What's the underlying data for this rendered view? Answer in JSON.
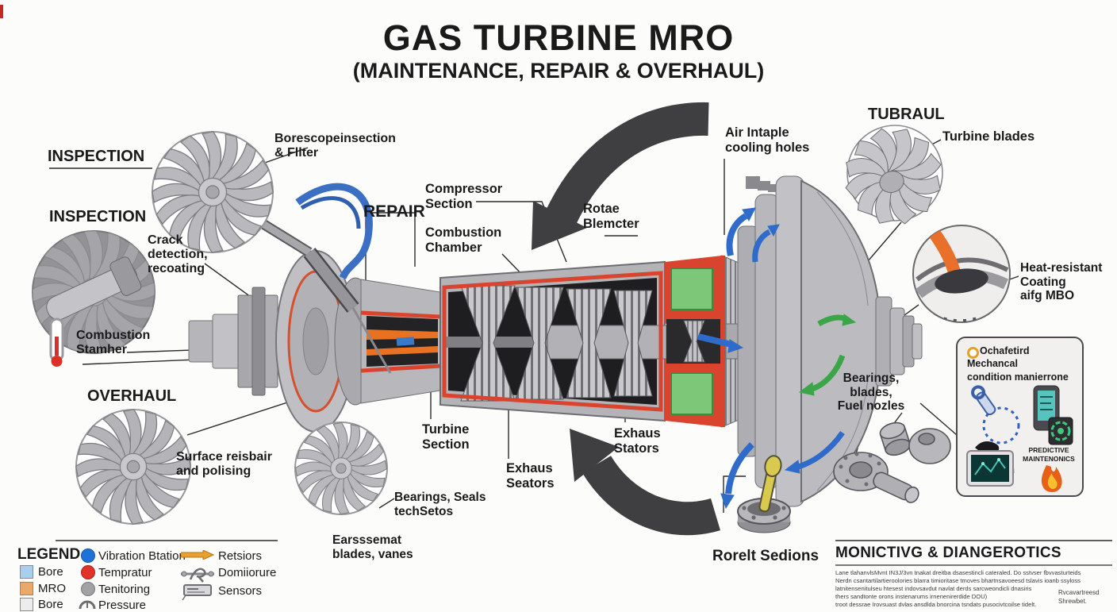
{
  "title": {
    "main": "GAS TURBINE MRO",
    "subtitle": "(MAINTENANCE, REPAIR & OVERHAUL)"
  },
  "colors": {
    "red_lining": "#d9442e",
    "green_block": "#7cc878",
    "blue_arrow": "#2f6cc9",
    "green_arrow": "#3aa648",
    "black_arrow": "#3f3f42",
    "flame_orange": "#e87222",
    "lever_yellow": "#d9c94e"
  },
  "labels": {
    "inspection1": "INSPECTION",
    "borescope": "Borescopeinsection\n& Fllter",
    "inspection2": "INSPECTION",
    "crack": "Crack\ndetection,\nrecoating",
    "combustion_stamer": "Combustion\nStamher",
    "overhaul": "OVERHAUL",
    "surface": "Surface reisbair\nand polising",
    "repair": "REPAIR",
    "compressor": "Compressor\nSection",
    "combustion_chamber": "Combustion\nChamber",
    "rotae": "Rotae\nBlemcter",
    "air_intake": "Air Intaple\ncooling holes",
    "tubraul": "TUBRAUL",
    "turbine_blades": "Turbine blades",
    "heat": "Heat-resistant\nCoating\naifg MBO",
    "bearings_blades": "Bearings,\nblades,\nFuel nozles",
    "turbine_section": "Turbine\nSection",
    "exhaus_seators": "Exhaus\nSeators",
    "exhaus_stators": "Exhaus\nStators",
    "bearings_seals": "Bearings, Seals\ntechSetos",
    "earsssemat": "Earsssemat\nblades, vanes",
    "rorelt": "Rorelt Sedions"
  },
  "panel": {
    "title": "Ochafetird\nMechancal\ncondition manierrone",
    "predictive": "PREDICTIVE\nMAINTENONICS"
  },
  "monitoring": {
    "heading": "MONICTIVG & DIANGEROTICS",
    "lines": [
      "Lane tlahanvlsMvnt IN3J/3vn tnakat dreitba dsasestincli cateraled. Do sstvser fbvvasturteids",
      "Nerdn csantartilartieroolories blarra timioritase tmoves bhartnsavoeesd tslavis ioanb ssyloss",
      "latnitensenitulseu htesest indovsavdut navlat derds sarcweondicli dnasiris",
      "thers sandtonte orons instenarums irnenenirerdide DOU)",
      "troot dessrae Irovsuast dvlas ansdlda bnorcina tsndats pusocivtcoilse tidelt."
    ],
    "side1": "Rvcavartreesd",
    "side2": "Shrewbet."
  },
  "legend": {
    "title": "LEGEND",
    "col1": [
      {
        "swatch": "#a9cfee",
        "label": "Bore"
      },
      {
        "swatch": "#eaa96b",
        "label": "MRO"
      },
      {
        "swatch": "#ececec",
        "label": "Bore"
      }
    ],
    "col2": [
      {
        "dot": "#1f72d8",
        "label": "Vibration Btation"
      },
      {
        "dot": "#e03228",
        "label": "Tempratur"
      },
      {
        "dot": "#a2a2a6",
        "label": "Tenitoring"
      },
      {
        "dot": "",
        "label": "Pressure"
      }
    ],
    "col3": [
      {
        "icon": "arrow",
        "label": "Retsiors"
      },
      {
        "icon": "caliper",
        "label": "Domiiorure"
      },
      {
        "icon": "sensor",
        "label": "Sensors"
      }
    ]
  }
}
